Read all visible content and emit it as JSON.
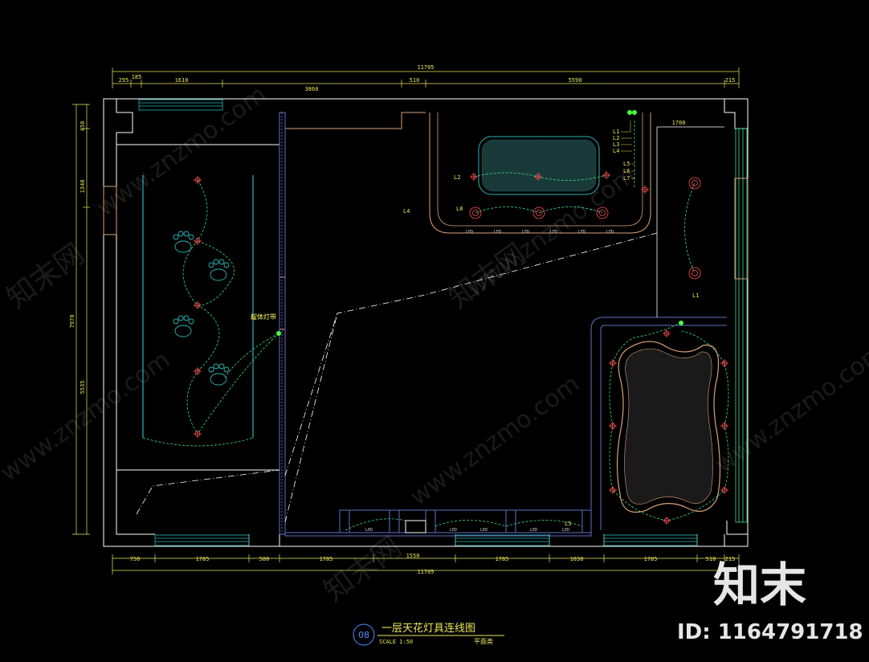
{
  "drawing": {
    "title": "一层天花灯具连线图",
    "number": "08",
    "scale": "SCALE  1:50",
    "subtitle": "平面类"
  },
  "dimensions": {
    "top_total": "11705",
    "top_segments": [
      "295",
      "185",
      "1610",
      "3860",
      "510",
      "5590",
      "215"
    ],
    "bottom_total": "11705",
    "bottom_segments": [
      "750",
      "1785",
      "580",
      "1785",
      "1550",
      "1785",
      "1030",
      "1785",
      "510",
      "215"
    ],
    "left_total": "7970",
    "left_segments": [
      "450",
      "1340",
      "5535"
    ],
    "interior": [
      "1700"
    ]
  },
  "labels": {
    "light_strip": "靛体灯带",
    "l1": "L1",
    "l2": "L2",
    "l3": "L3",
    "l4": "L4",
    "l5": "L5",
    "l6": "L6",
    "l7": "L7",
    "l8": "L8",
    "legend": [
      "L1",
      "L2",
      "L3",
      "L4",
      "L5",
      "L6",
      "L7"
    ],
    "led": "LED"
  },
  "watermarks": {
    "site": "www.znzmo.com",
    "cn": "知末网",
    "brand": "知末",
    "id": "ID: 1164791718"
  },
  "colors": {
    "background": "#000000",
    "wall": "#ffffff",
    "dimension": "#e8e85a",
    "ceiling": "#d9a27a",
    "blue_wall": "#5f6fc6",
    "cyan": "#2ab5b5",
    "wire": "#3fdc8c",
    "fixture": "#ff4444",
    "switch": "#44ff44"
  }
}
